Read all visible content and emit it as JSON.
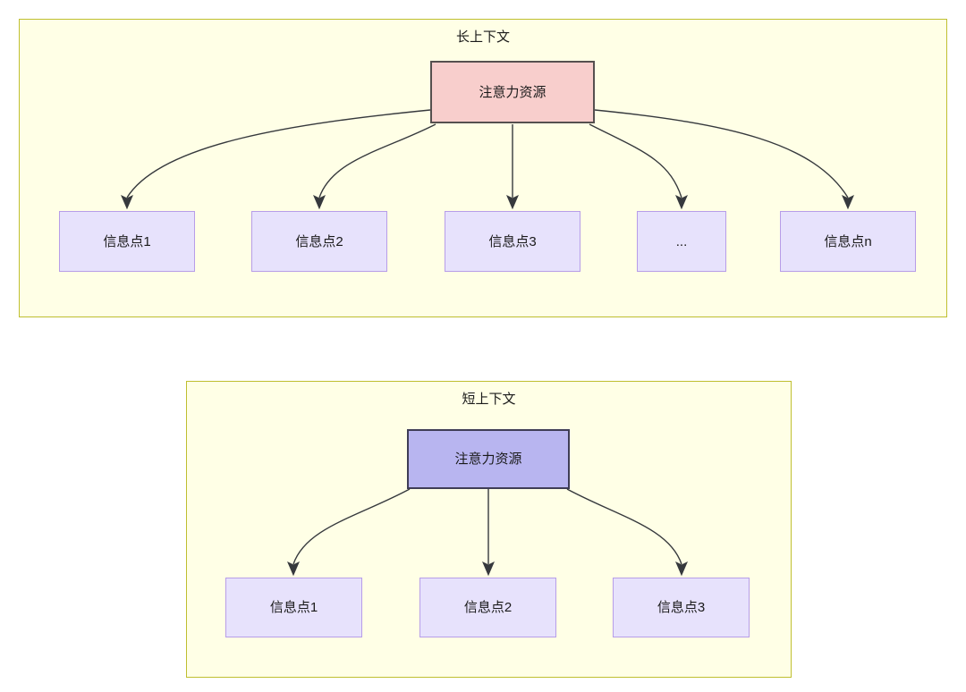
{
  "diagram": {
    "type": "hierarchy-diagram",
    "background_color": "#FFFFFF",
    "group_fill_color": "#FFFFE6",
    "group_border_color": "#BFBF30",
    "leaf_fill_color": "#E7E2FC",
    "leaf_border_color": "#B79DE8",
    "edge_color": "#36393D"
  },
  "groups": [
    {
      "id": "long-context",
      "title": "长上下文",
      "root": {
        "label": "注意力资源",
        "fill_color": "#F8CECC",
        "border_color": "#56504F"
      },
      "leaves": [
        {
          "label": "信息点1"
        },
        {
          "label": "信息点2"
        },
        {
          "label": "信息点3"
        },
        {
          "label": "..."
        },
        {
          "label": "信息点n"
        }
      ]
    },
    {
      "id": "short-context",
      "title": "短上下文",
      "root": {
        "label": "注意力资源",
        "fill_color": "#B8B5F0",
        "border_color": "#3F3D56"
      },
      "leaves": [
        {
          "label": "信息点1"
        },
        {
          "label": "信息点2"
        },
        {
          "label": "信息点3"
        }
      ]
    }
  ]
}
